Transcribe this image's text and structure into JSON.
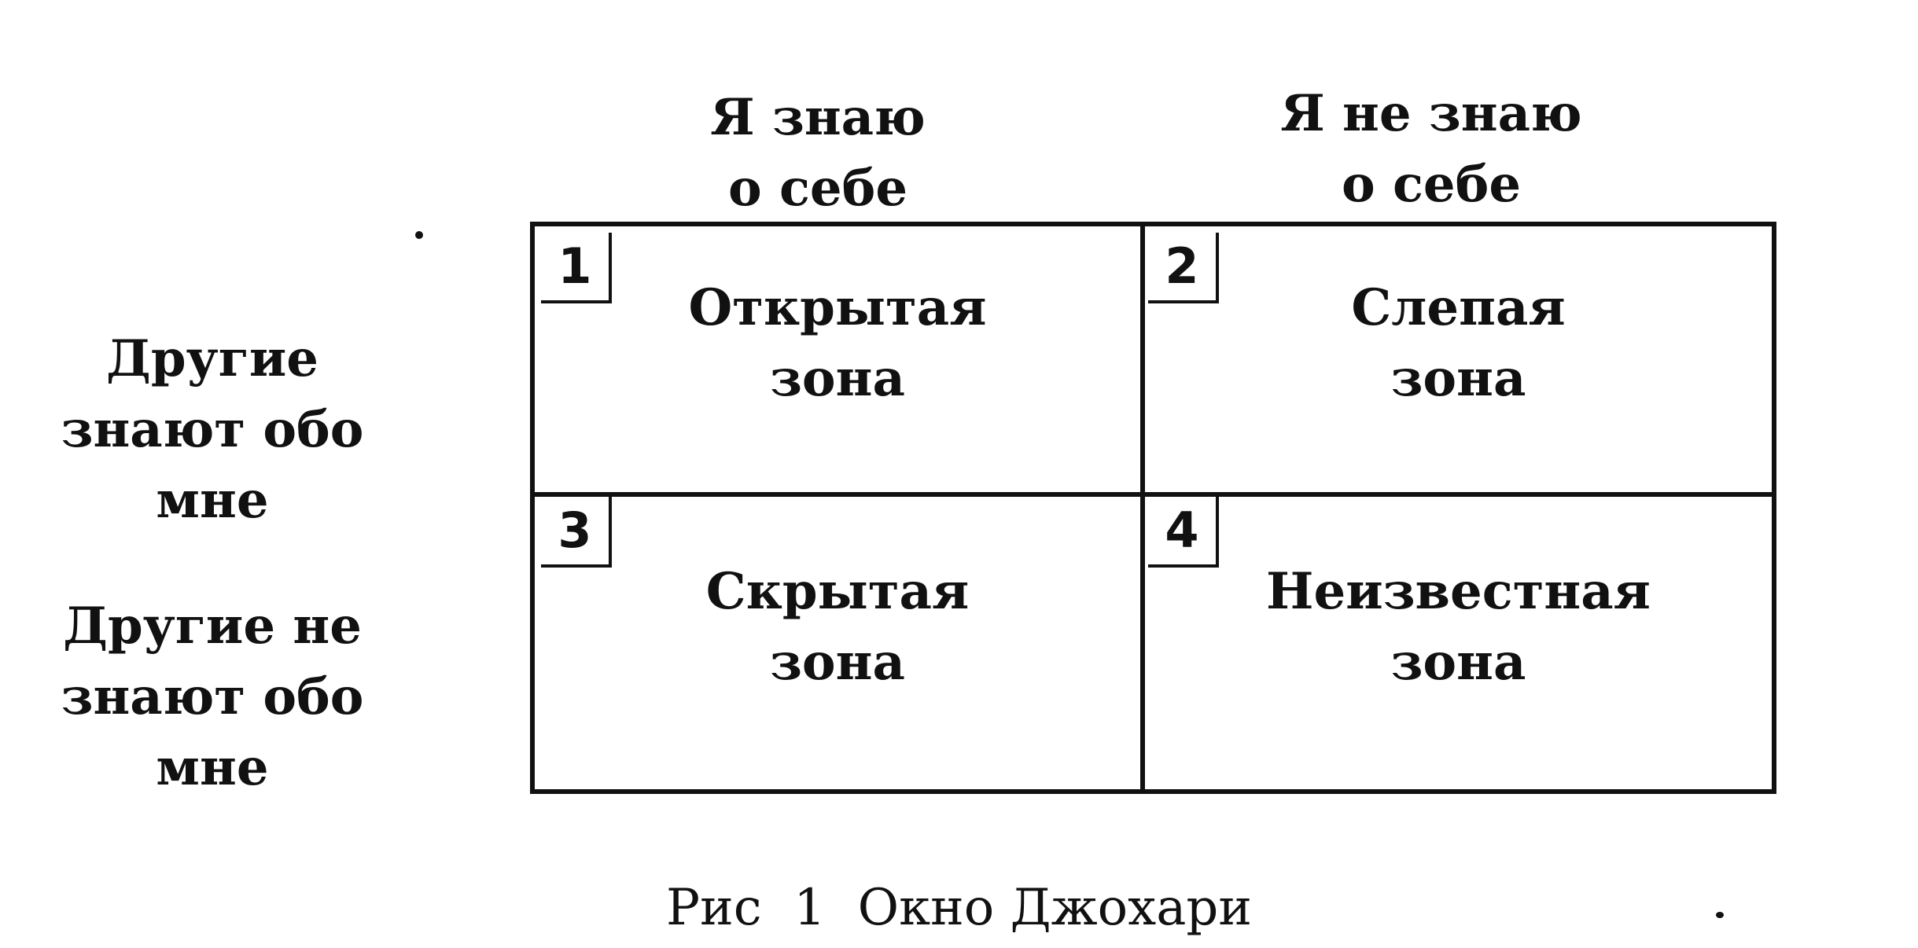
{
  "columns": [
    {
      "label": "Я знаю\nо себе"
    },
    {
      "label": "Я не знаю\nо себе"
    }
  ],
  "rows": [
    {
      "label": "Другие\nзнают обо мне"
    },
    {
      "label": "Другие не\nзнают обо мне"
    }
  ],
  "zones": [
    {
      "number": "1",
      "label": "Открытая\nзона"
    },
    {
      "number": "2",
      "label": "Слепая\nзона"
    },
    {
      "number": "3",
      "label": "Скрытая\nзона"
    },
    {
      "number": "4",
      "label": "Неизвестная\nзона"
    }
  ],
  "caption": "Рис  1  Окно Джохари"
}
